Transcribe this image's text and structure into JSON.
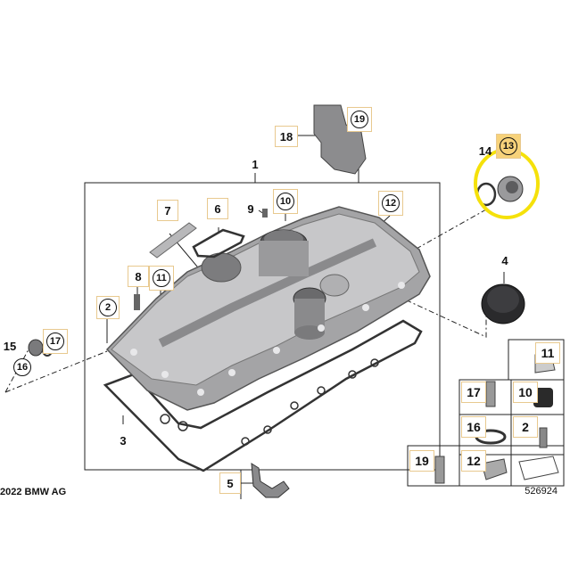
{
  "callouts": {
    "c1": "1",
    "c2": "2",
    "c3": "3",
    "c4": "4",
    "c5": "5",
    "c6": "6",
    "c7": "7",
    "c8": "8",
    "c9": "9",
    "c10": "10",
    "c11": "11",
    "c12": "12",
    "c14": "14",
    "c15": "15",
    "c16": "16",
    "c17": "17",
    "c18": "18",
    "c19": "19",
    "c16b": "16"
  },
  "table": {
    "r1": [
      "11"
    ],
    "r2": [
      "17",
      "10"
    ],
    "r3": [
      "16",
      "2"
    ],
    "r4": [
      "19",
      "12"
    ]
  },
  "footer": {
    "copyright": "2022 BMW AG",
    "drawing_number": "526924"
  },
  "colors": {
    "highlight_ring": "#f5e10a",
    "label_border": "#e8c98f",
    "label_fill_hl": "#f7d27a"
  }
}
